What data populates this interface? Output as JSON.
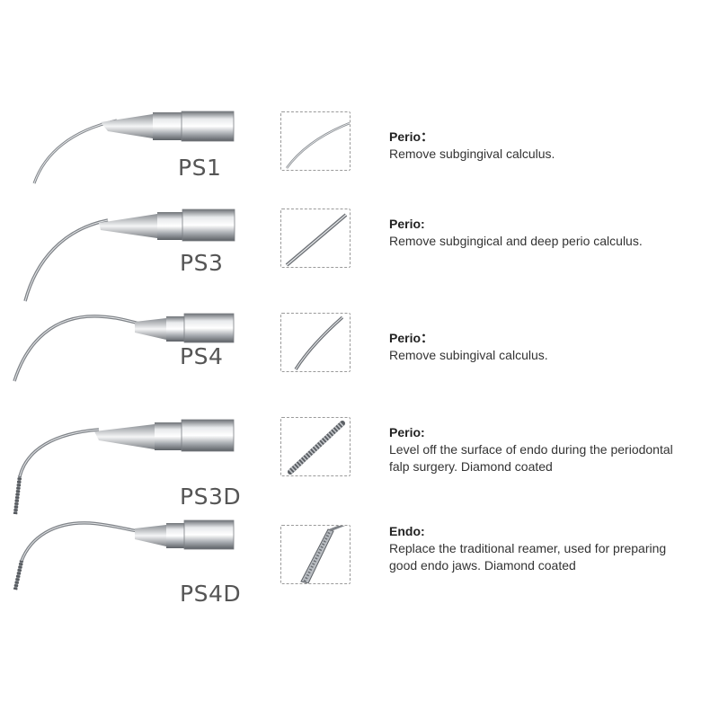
{
  "tips": [
    {
      "code": "PS1",
      "category": "Perio：",
      "description": "Remove  subgingival  calculus."
    },
    {
      "code": "PS3",
      "category": "Perio:",
      "description": "Remove  subgingical  and  deep  perio  calculus."
    },
    {
      "code": "PS4",
      "category": "Perio：",
      "description": "Remove  subingival  calculus."
    },
    {
      "code": "PS3D",
      "category": "Perio:",
      "description": "Level  off  the  surface  of  endo  during  the  periodontal  falp  surgery. Diamond coated"
    },
    {
      "code": "PS4D",
      "category": "Endo:",
      "description": "Replace  the  traditional  reamer,  used  for  preparing  good  endo  jaws. Diamond  coated"
    }
  ],
  "colors": {
    "text": "#333333",
    "code": "#555555",
    "dash": "#9a9a9a",
    "metal": "#b8bcc2"
  }
}
